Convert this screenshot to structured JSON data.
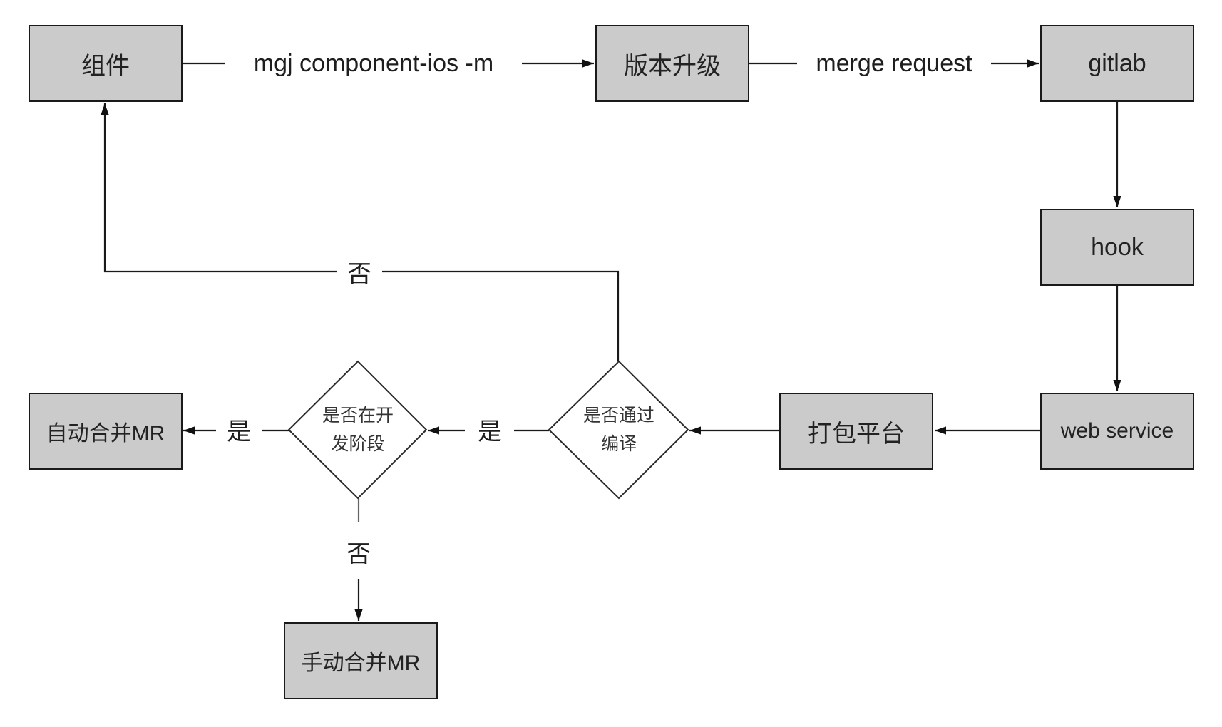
{
  "nodes": {
    "component": "组件",
    "version_upgrade": "版本升级",
    "gitlab": "gitlab",
    "hook": "hook",
    "web_service": "web service",
    "packaging_platform": "打包平台",
    "compile_check_line1": "是否通过",
    "compile_check_line2": "编译",
    "dev_stage_check_line1": "是否在开",
    "dev_stage_check_line2": "发阶段",
    "auto_merge": "自动合并MR",
    "manual_merge": "手动合并MR"
  },
  "edges": {
    "component_to_version": "mgj component-ios -m",
    "version_to_gitlab": "merge request",
    "compile_no": "否",
    "compile_yes": "是",
    "dev_stage_yes": "是",
    "dev_stage_no": "否"
  },
  "colors": {
    "box_fill": "#cbcbcb",
    "stroke": "#1a1a1a",
    "background": "#ffffff"
  }
}
